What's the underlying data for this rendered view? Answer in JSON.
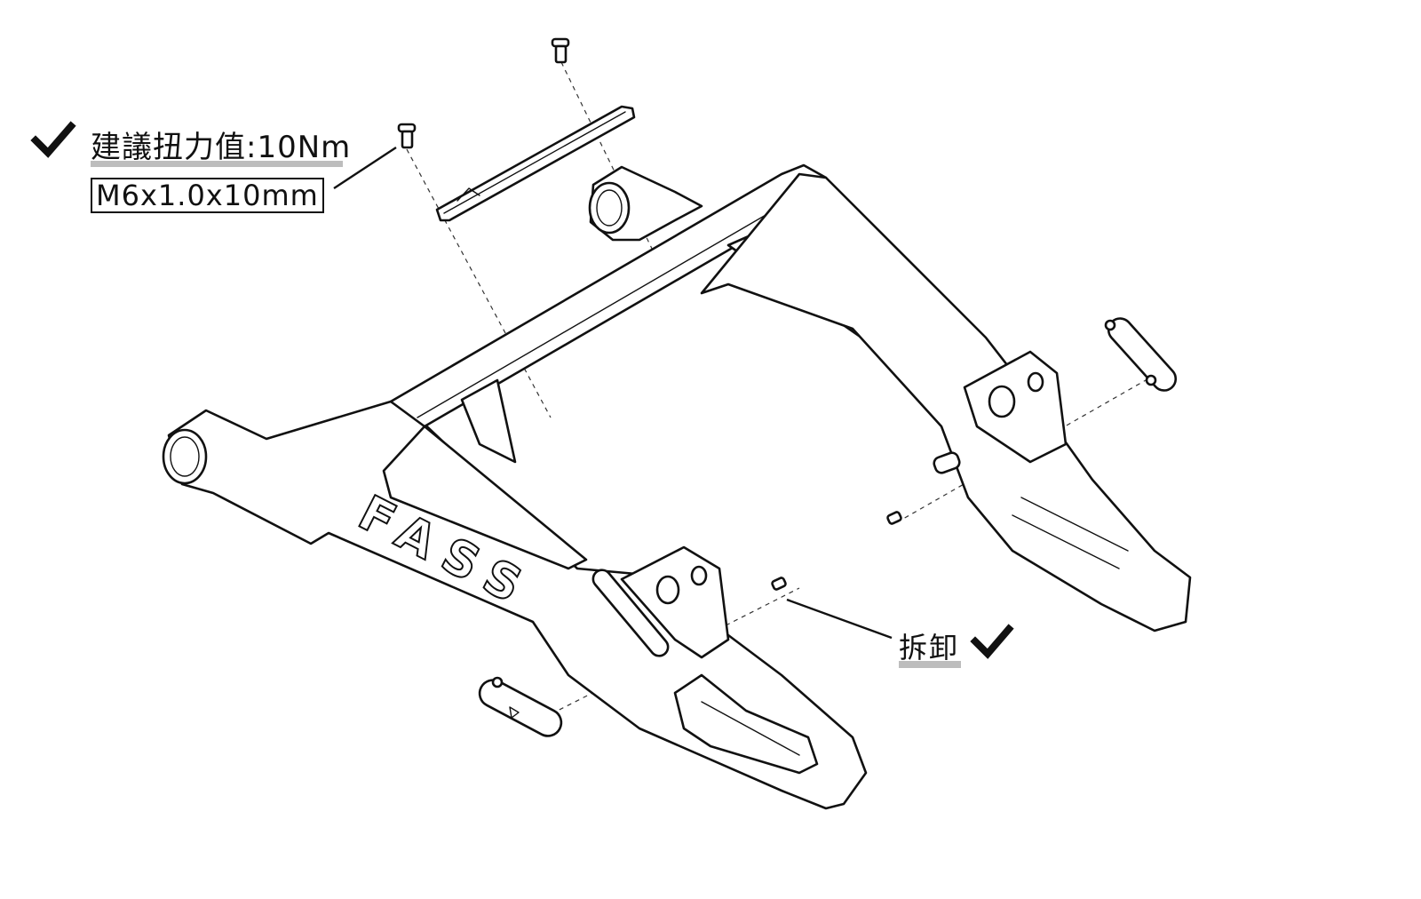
{
  "title": "Swingarm assembly diagram",
  "callouts": {
    "torque": {
      "check_icon": "check-icon",
      "text": "建議扭力值:10Nm",
      "spec": "M6x1.0x10mm"
    },
    "removal": {
      "text": "拆卸",
      "check_icon": "check-icon"
    }
  },
  "brand_marking": "FASS",
  "colors": {
    "line": "#111111",
    "underline": "#bdbdbd",
    "background": "#ffffff"
  }
}
